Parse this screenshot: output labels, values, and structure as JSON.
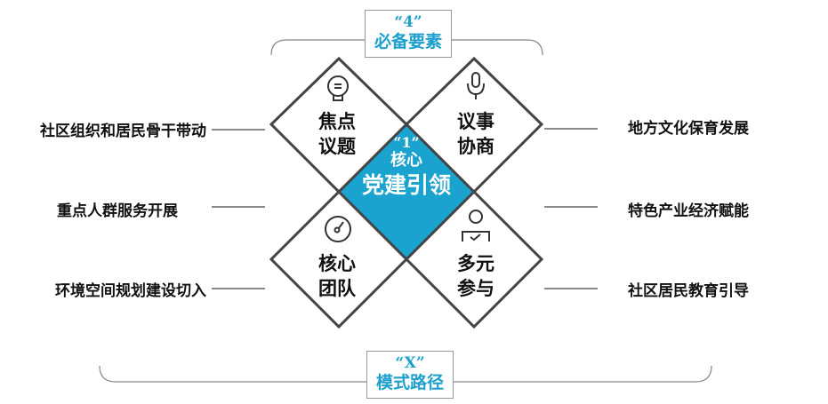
{
  "top_label": {
    "quote": "“4”",
    "title": "必备要素"
  },
  "bottom_label": {
    "quote": "“X”",
    "title": "模式路径"
  },
  "center": {
    "quote": "“1”",
    "subtitle": "核心",
    "title": "党建引领",
    "color": "#1aa3cf"
  },
  "elements": [
    {
      "line1": "焦点",
      "line2": "议题",
      "icon": "lightbulb-icon"
    },
    {
      "line1": "议事",
      "line2": "协商",
      "icon": "microphone-icon"
    },
    {
      "line1": "核心",
      "line2": "团队",
      "icon": "gauge-icon"
    },
    {
      "line1": "多元",
      "line2": "参与",
      "icon": "person-check-icon"
    }
  ],
  "left_paths": [
    "社区组织和居民骨干带动",
    "重点人群服务开展",
    "环境空间规划建设切入"
  ],
  "right_paths": [
    "地方文化保育发展",
    "特色产业经济赋能",
    "社区居民教育引导"
  ]
}
